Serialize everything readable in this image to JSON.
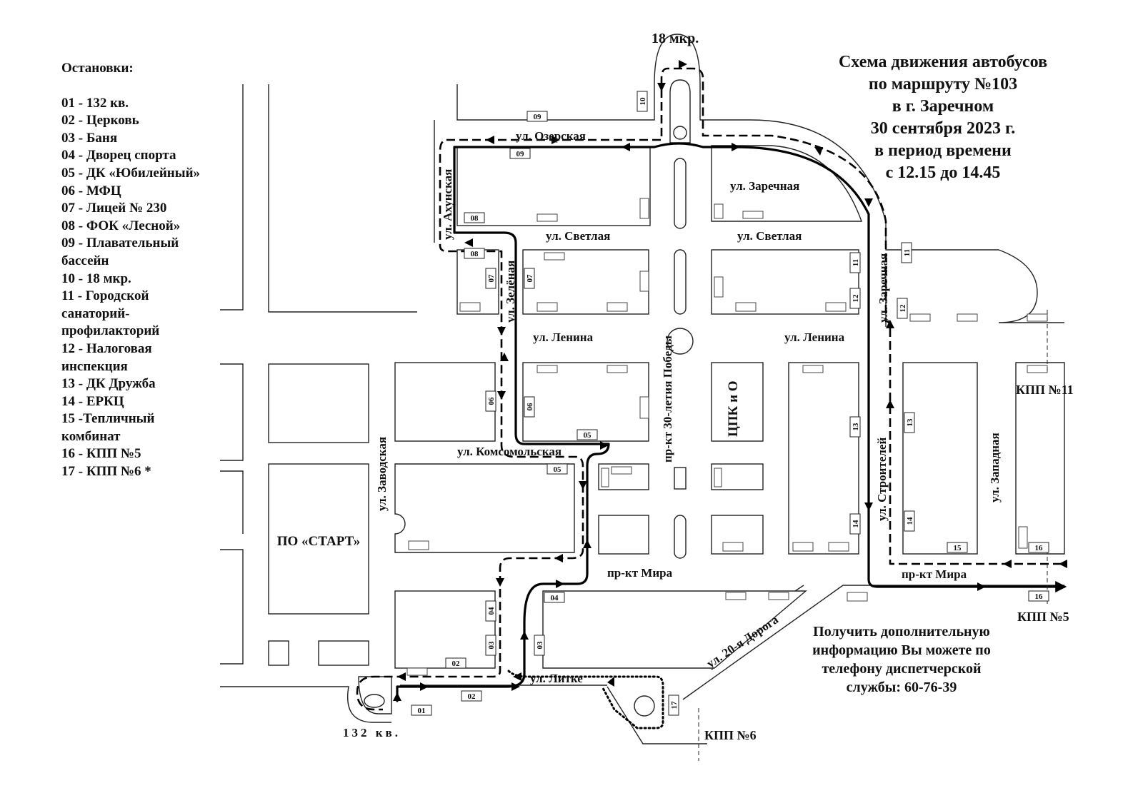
{
  "title": {
    "lines": [
      "Схема движения автобусов",
      "по маршруту №103",
      "в г. Заречном",
      "30 сентября 2023 г.",
      "в период времени",
      "с 12.15 до 14.45"
    ]
  },
  "legend": {
    "title": "Остановки:",
    "items": [
      "01 - 132 кв.",
      "02 - Церковь",
      "03 - Баня",
      "04 - Дворец спорта",
      "05 - ДК «Юбилейный»",
      "06 - МФЦ",
      "07 - Лицей № 230",
      "08 - ФОК «Лесной»",
      "09 - Плавательный\nбассейн",
      "10 - 18 мкр.",
      "11 - Городской\nсанаторий-\nпрофилакторий",
      "12 - Налоговая\nинспекция",
      "13 - ДК Дружба",
      "14 - ЕРКЦ",
      "15 -Тепличный\nкомбинат",
      "16 - КПП №5",
      "17 - КПП №6 *"
    ]
  },
  "info": {
    "lines": [
      "Получить дополнительную",
      "информацию Вы можете по",
      "телефону диспетчерской",
      "службы: 60-76-39"
    ]
  },
  "map": {
    "places": {
      "mkr18": "18 мкр.",
      "kv132": "132 кв.",
      "start": "ПО «СТАРТ»",
      "cpkio": "ЦПК и О",
      "kpp11": "КПП №11",
      "kpp5": "КПП  №5",
      "kpp6": "КПП  №6"
    },
    "streets": {
      "ozerskaya": "ул. Озерская",
      "zarechnaya_h": "ул.  Заречная",
      "svetlaya_w": "ул. Светлая",
      "svetlaya_e": "ул. Светлая",
      "lenina_w": "ул. Ленина",
      "lenina_e": "ул. Ленина",
      "komsomolskaya": "ул. Комсомольская",
      "mira_w": "пр-кт Мира",
      "mira_e": "пр-кт Мира",
      "litke": "ул. Литке",
      "doroga20": "ул. 20-я Дорога",
      "ahunskaya": "ул. Ахунская",
      "zelenaya": "ул. Зелёная",
      "zavodskaya": "ул. Заводская",
      "pobedy": "пр-кт 30-летия Победы",
      "stroiteley": "ул. Строителей",
      "zarechnaya_v": "ул. Заречная",
      "zapadnaya": "ул. Западная"
    },
    "stops": {
      "s01": "01",
      "s02a": "02",
      "s02b": "02",
      "s03a": "03",
      "s03b": "03",
      "s04a": "04",
      "s04b": "04",
      "s05a": "05",
      "s05b": "05",
      "s06a": "06",
      "s06b": "06",
      "s07a": "07",
      "s07b": "07",
      "s08a": "08",
      "s08b": "08",
      "s09a": "09",
      "s09b": "09",
      "s10": "10",
      "s11a": "11",
      "s11b": "11",
      "s12a": "12",
      "s12b": "12",
      "s13a": "13",
      "s13b": "13",
      "s14a": "14",
      "s14b": "14",
      "s15": "15",
      "s16a": "16",
      "s16b": "16",
      "s17": "17"
    }
  }
}
